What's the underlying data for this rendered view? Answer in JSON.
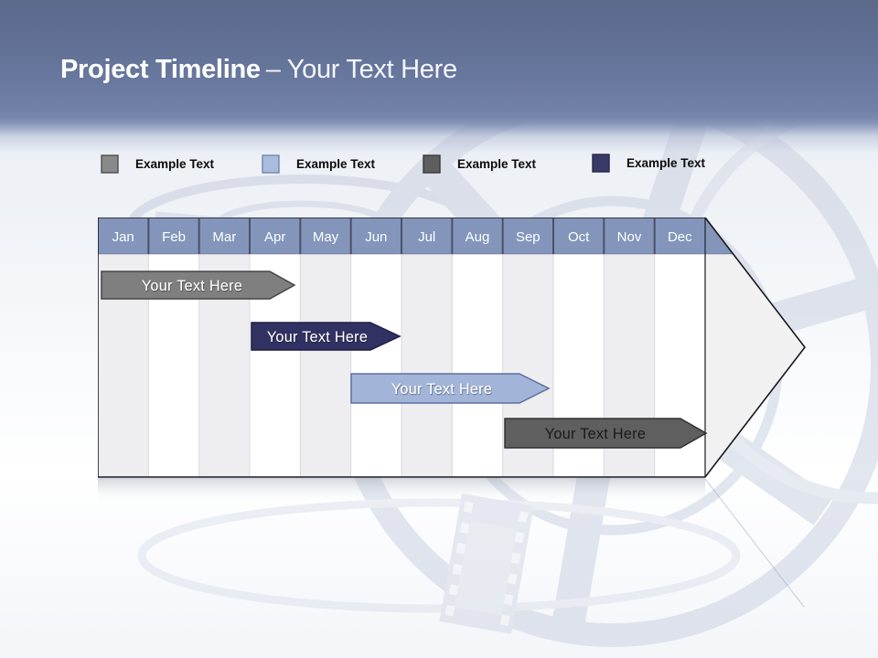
{
  "title": {
    "main": "Project Timeline",
    "suffix": "– Your Text Here"
  },
  "legend": {
    "items": [
      {
        "label": "Example Text",
        "color": "#898989",
        "border": "#4f4f4f"
      },
      {
        "label": "Example Text",
        "color": "#a9bcdd",
        "border": "#7187b2"
      },
      {
        "label": "Example Text",
        "color": "#5e5e5e",
        "border": "#3a3a3a"
      },
      {
        "label": "Example Text",
        "color": "#3a3a68",
        "border": "#26264a"
      }
    ]
  },
  "timeline": {
    "months": [
      "Jan",
      "Feb",
      "Mar",
      "Apr",
      "May",
      "Jun",
      "Jul",
      "Aug",
      "Sep",
      "Oct",
      "Nov",
      "Dec"
    ],
    "header_color": "#8395ba",
    "column_alt_color": "#eeeef0",
    "bars": [
      {
        "label": "Your Text Here",
        "color": "#7f7f7f",
        "border": "#454545",
        "text_color": "#ffffff",
        "row": 1,
        "start_month": "Jan",
        "end_month": "Apr"
      },
      {
        "label": "Your Text Here",
        "color": "#313263",
        "border": "#1e1f42",
        "text_color": "#ffffff",
        "row": 2,
        "start_month": "Apr",
        "end_month": "Jun"
      },
      {
        "label": "Your Text Here",
        "color": "#a2b5d8",
        "border": "#5c6fa0",
        "text_color": "#ffffff",
        "row": 3,
        "start_month": "Jun",
        "end_month": "Sep"
      },
      {
        "label": "Your Text Here",
        "color": "#5f5f5f",
        "border": "#323232",
        "text_color": "#1a1a1a",
        "row": 4,
        "start_month": "Sep",
        "end_month": "Dec"
      }
    ]
  }
}
